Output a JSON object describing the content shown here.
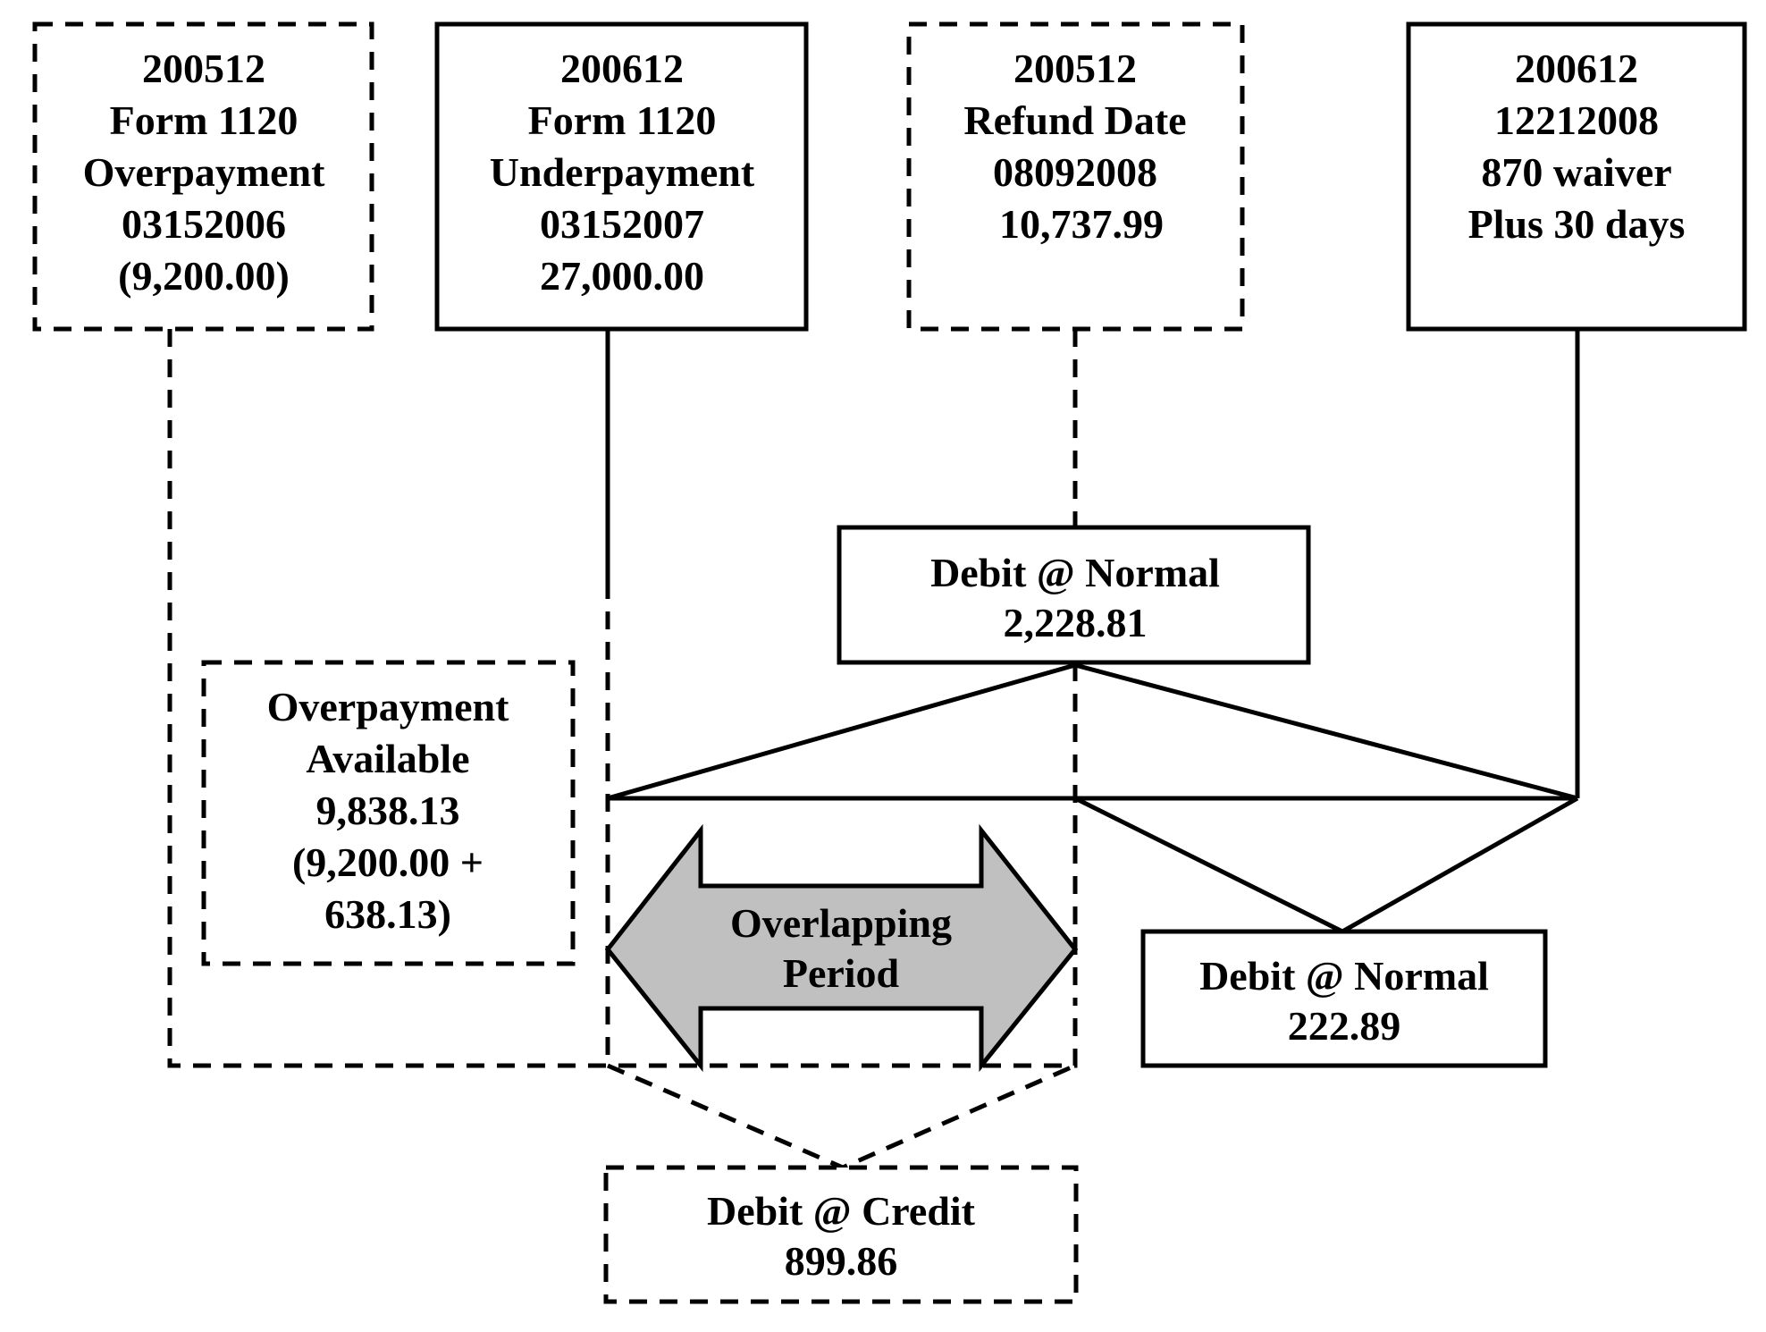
{
  "boxes": {
    "overpayment_2005": {
      "lines": [
        "200512",
        "Form 1120",
        "Overpayment",
        "03152006",
        "(9,200.00)"
      ]
    },
    "underpayment_2006": {
      "lines": [
        "200612",
        "Form 1120",
        "Underpayment",
        "03152007",
        "27,000.00"
      ]
    },
    "refund_2005": {
      "lines": [
        "200512",
        "Refund Date",
        "08092008",
        "10,737.99"
      ]
    },
    "waiver_2006": {
      "lines": [
        "200612",
        "12212008",
        "870 waiver",
        "Plus 30 days"
      ]
    },
    "overpayment_available": {
      "lines": [
        "Overpayment",
        "Available",
        "9,838.13",
        "(9,200.00 +",
        "638.13)"
      ]
    },
    "debit_normal_1": {
      "lines": [
        "Debit @ Normal",
        "2,228.81"
      ]
    },
    "debit_normal_2": {
      "lines": [
        "Debit @ Normal",
        "222.89"
      ]
    },
    "debit_credit": {
      "lines": [
        "Debit @ Credit",
        "899.86"
      ]
    }
  },
  "arrow": {
    "lines": [
      "Overlapping",
      "Period"
    ],
    "fill": "#c0c0c0"
  },
  "colors": {
    "stroke": "#000000",
    "background": "#ffffff",
    "arrow_fill": "#c0c0c0"
  }
}
